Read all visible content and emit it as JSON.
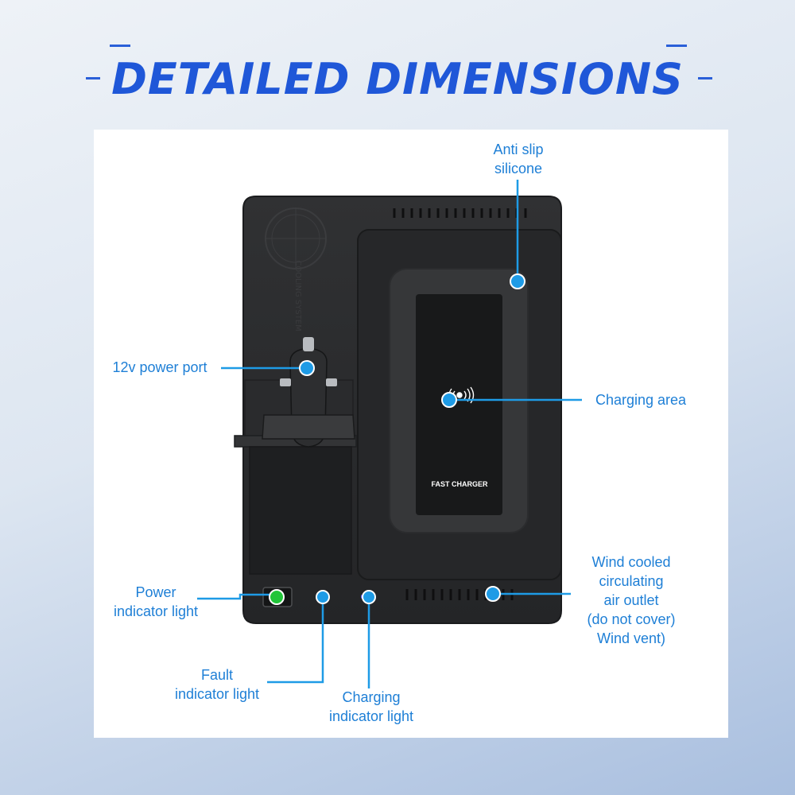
{
  "title": "DETAILED DIMENSIONS",
  "product": {
    "charging_pad_text": "FAST CHARGER",
    "cooling_text": "COOLING SYSTEM"
  },
  "labels": {
    "anti_slip": [
      "Anti slip",
      "silicone"
    ],
    "power_port": [
      "12v power port"
    ],
    "charging_area": [
      "Charging area"
    ],
    "wind_vent": [
      "Wind cooled",
      "circulating",
      "air outlet",
      "(do not cover)",
      "Wind vent)"
    ],
    "power_indicator": [
      "Power",
      "indicator light"
    ],
    "fault_indicator": [
      "Fault",
      "indicator light"
    ],
    "charging_indicator": [
      "Charging",
      "indicator light"
    ]
  },
  "colors": {
    "title": "#1f57d8",
    "callout": "#1e9be6",
    "label": "#1e7fd6",
    "device": "#2b2c2e",
    "power_led": "#22c53a",
    "charging_led": "#5a62ff"
  }
}
